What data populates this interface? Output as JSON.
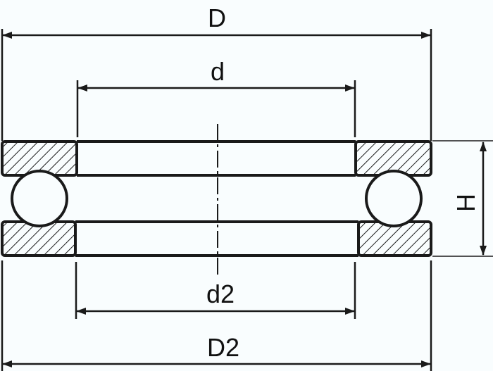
{
  "drawing": {
    "subject": "thrust ball bearing cross-section",
    "line_color": "#1a1a1a",
    "background_color": "#f9fdfe"
  },
  "dimensions": {
    "outer_diameter": {
      "label": "D"
    },
    "inner_diameter": {
      "label": "d"
    },
    "housing_washer_inner_diameter": {
      "label": "d2"
    },
    "housing_washer_outer_diameter": {
      "label": "D2"
    },
    "height": {
      "label": "H"
    }
  }
}
